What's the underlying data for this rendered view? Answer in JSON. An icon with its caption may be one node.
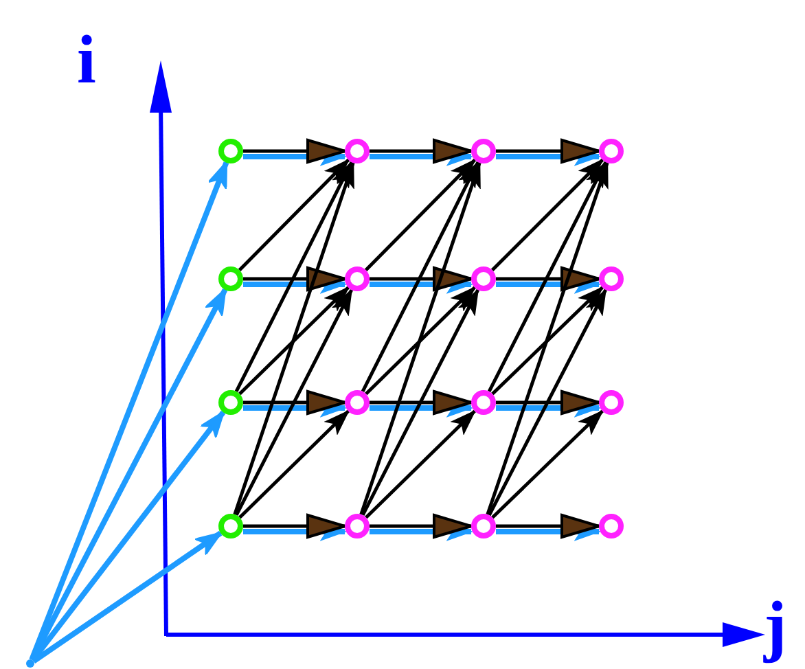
{
  "diagram": {
    "nodes": [
      {
        "text": [],
        "shape": "circle"
      },
      {
        "text": [],
        "shape": "circle"
      },
      {
        "text": [],
        "shape": "circle"
      },
      {
        "text": [],
        "shape": "circle"
      },
      {
        "text": [],
        "shape": "circle"
      },
      {
        "text": [],
        "shape": "circle"
      },
      {
        "text": [],
        "shape": "circle"
      },
      {
        "text": [],
        "shape": "circle"
      },
      {
        "text": [],
        "shape": "circle"
      },
      {
        "text": [],
        "shape": "circle"
      },
      {
        "text": [],
        "shape": "circle"
      },
      {
        "text": [],
        "shape": "circle"
      },
      {
        "text": [],
        "shape": "circle"
      },
      {
        "text": [],
        "shape": "circle"
      },
      {
        "text": [],
        "shape": "circle"
      },
      {
        "text": [],
        "shape": "circle"
      },
      {
        "text": [],
        "shape": "point"
      }
    ],
    "edges": [
      {
        "from": 16,
        "to": 0,
        "arrow": "to",
        "color": "#1e9bff"
      },
      {
        "from": 16,
        "to": 4,
        "arrow": "to",
        "color": "#1e9bff"
      },
      {
        "from": 16,
        "to": 8,
        "arrow": "to",
        "color": "#1e9bff"
      },
      {
        "from": 16,
        "to": 12,
        "arrow": "to",
        "color": "#1e9bff"
      },
      {
        "from": 0,
        "to": 1,
        "arrow": "to",
        "color": "#1e9bff"
      },
      {
        "from": 1,
        "to": 2,
        "arrow": "to",
        "color": "#1e9bff"
      },
      {
        "from": 2,
        "to": 3,
        "arrow": "to",
        "color": "#1e9bff"
      },
      {
        "from": 4,
        "to": 5,
        "arrow": "to",
        "color": "#1e9bff"
      },
      {
        "from": 5,
        "to": 6,
        "arrow": "to",
        "color": "#1e9bff"
      },
      {
        "from": 6,
        "to": 7,
        "arrow": "to",
        "color": "#1e9bff"
      },
      {
        "from": 8,
        "to": 9,
        "arrow": "to",
        "color": "#1e9bff"
      },
      {
        "from": 9,
        "to": 10,
        "arrow": "to",
        "color": "#1e9bff"
      },
      {
        "from": 10,
        "to": 11,
        "arrow": "to",
        "color": "#1e9bff"
      },
      {
        "from": 12,
        "to": 13,
        "arrow": "to",
        "color": "#1e9bff"
      },
      {
        "from": 13,
        "to": 14,
        "arrow": "to",
        "color": "#1e9bff"
      },
      {
        "from": 14,
        "to": 15,
        "arrow": "to",
        "color": "#1e9bff"
      },
      {
        "from": 0,
        "to": 1,
        "arrow": "to"
      },
      {
        "from": 1,
        "to": 2,
        "arrow": "to"
      },
      {
        "from": 2,
        "to": 3,
        "arrow": "to"
      },
      {
        "from": 4,
        "to": 5,
        "arrow": "to"
      },
      {
        "from": 5,
        "to": 6,
        "arrow": "to"
      },
      {
        "from": 6,
        "to": 7,
        "arrow": "to"
      },
      {
        "from": 8,
        "to": 9,
        "arrow": "to"
      },
      {
        "from": 9,
        "to": 10,
        "arrow": "to"
      },
      {
        "from": 10,
        "to": 11,
        "arrow": "to"
      },
      {
        "from": 12,
        "to": 13,
        "arrow": "to"
      },
      {
        "from": 13,
        "to": 14,
        "arrow": "to"
      },
      {
        "from": 14,
        "to": 15,
        "arrow": "to"
      },
      {
        "from": 4,
        "to": 1,
        "arrow": "to"
      },
      {
        "from": 8,
        "to": 5,
        "arrow": "to"
      },
      {
        "from": 8,
        "to": 1,
        "arrow": "to"
      },
      {
        "from": 12,
        "to": 9,
        "arrow": "to"
      },
      {
        "from": 12,
        "to": 5,
        "arrow": "to"
      },
      {
        "from": 12,
        "to": 1,
        "arrow": "to"
      },
      {
        "from": 5,
        "to": 2,
        "arrow": "to"
      },
      {
        "from": 9,
        "to": 6,
        "arrow": "to"
      },
      {
        "from": 9,
        "to": 2,
        "arrow": "to"
      },
      {
        "from": 13,
        "to": 10,
        "arrow": "to"
      },
      {
        "from": 13,
        "to": 6,
        "arrow": "to"
      },
      {
        "from": 13,
        "to": 2,
        "arrow": "to"
      },
      {
        "from": 6,
        "to": 3,
        "arrow": "to"
      },
      {
        "from": 10,
        "to": 7,
        "arrow": "to"
      },
      {
        "from": 10,
        "to": 3,
        "arrow": "to"
      },
      {
        "from": 14,
        "to": 11,
        "arrow": "to"
      },
      {
        "from": 14,
        "to": 7,
        "arrow": "to"
      },
      {
        "from": 14,
        "to": 3,
        "arrow": "to"
      }
    ],
    "labels": [
      "i",
      "j"
    ]
  }
}
